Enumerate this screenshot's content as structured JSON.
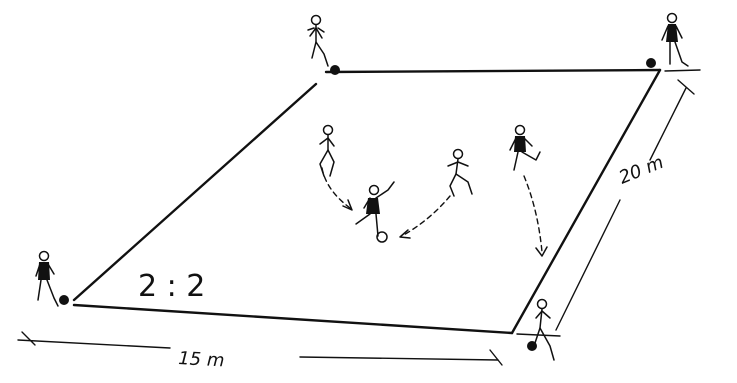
{
  "diagram": {
    "score_label": "2 : 2",
    "width_label": "15 m",
    "depth_label": "20 m",
    "colors": {
      "ink": "#111111",
      "paper": "#ffffff"
    },
    "players": [
      {
        "team": "light",
        "icon": "player-light-icon"
      },
      {
        "team": "dark",
        "icon": "player-dark-icon"
      }
    ]
  }
}
